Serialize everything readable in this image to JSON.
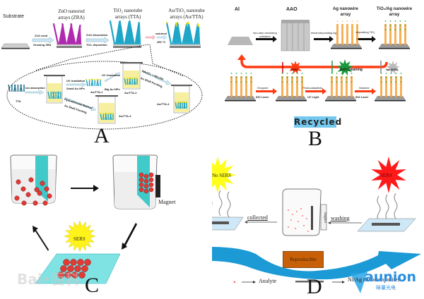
{
  "panel_a": {
    "label": "A",
    "substrate": "Substrate",
    "zra_title": "ZnO nanorod arrays (ZRA)",
    "tta_title": "TiO₂ nanotube arrays (TTA)",
    "autta_title": "Au/TiO₂ nanotube arrays (Au/TTA)",
    "step1_top": "ZnO seed",
    "step1_bottom": "Growing ZRA",
    "step2_top": "ZnO dissolution",
    "step2_bottom": "TiO₂ deposition",
    "step3_top": "calcined",
    "step3_bottom": "450 °C",
    "inset": {
      "tta": "TTA",
      "ion_absorption": "Ion absorption",
      "uv1_top": "UV Irradiation",
      "uv1_bottom": "Small Au NPs",
      "autta1": "Au/TTA-1",
      "uv2_top": "UV Irradiation",
      "uv2_bottom": "Big Au NPs",
      "autta2": "Au/TTA-2",
      "hydro_top": "Hydrothermal Method",
      "hydro_bottom": "Au Shell Forming",
      "autta3": "Au/TTA-3",
      "nh_top": "HAuCl₄ + NH₂OH",
      "nh_bottom": "Au Shell Forming",
      "autta4": "Au/TTA-4"
    }
  },
  "panel_b": {
    "label": "B",
    "al": "Al",
    "aao": "AAO",
    "ag_title": "Ag nanowire array",
    "tio2ag_title": "TiO₂/Ag nanowire array",
    "step1": "two-step anodizing oxidation",
    "step2": "electrodepositing Ag",
    "step3": "depositing TiO₂",
    "dropped": "Dropped",
    "laser1": "532 Laser",
    "photocatalysis": "Photocatalytisis",
    "uv_light": "UV Light",
    "washed": "Washed",
    "laser2": "532 Laser",
    "burst_sers": "SERS",
    "burst_clean": "Self-Cleaning",
    "burst_nosers": "No SERS",
    "recycled": "Recycled"
  },
  "panel_c": {
    "label": "C",
    "magnet": "Magnet",
    "sers": "SERS"
  },
  "panel_d": {
    "label": "D",
    "no_sers": "No SERS",
    "sers": "SERS",
    "collected": "collected",
    "washing": "washing",
    "magnet": "magnet",
    "reproducible": "Reproducible",
    "legend_analyte": "Analyte",
    "legend_composite": "Ni/Ag nanocomposites"
  },
  "watermarks": {
    "baidu": "Bai•百科",
    "aunion": "aunion",
    "aunion_cn": "昧量光电"
  },
  "colors": {
    "zra": "#b02ab0",
    "tta": "#1fa6c8",
    "au": "#f2e21a",
    "ag": "#f7a23a",
    "tio2": "#33b04a",
    "red_arrow": "#ff3a10",
    "recycled_bg": "#74c8ef",
    "teal_plate": "#2ec4c4",
    "blue_sweep": "#1b9ad6",
    "repro_bg": "#c8600a"
  }
}
